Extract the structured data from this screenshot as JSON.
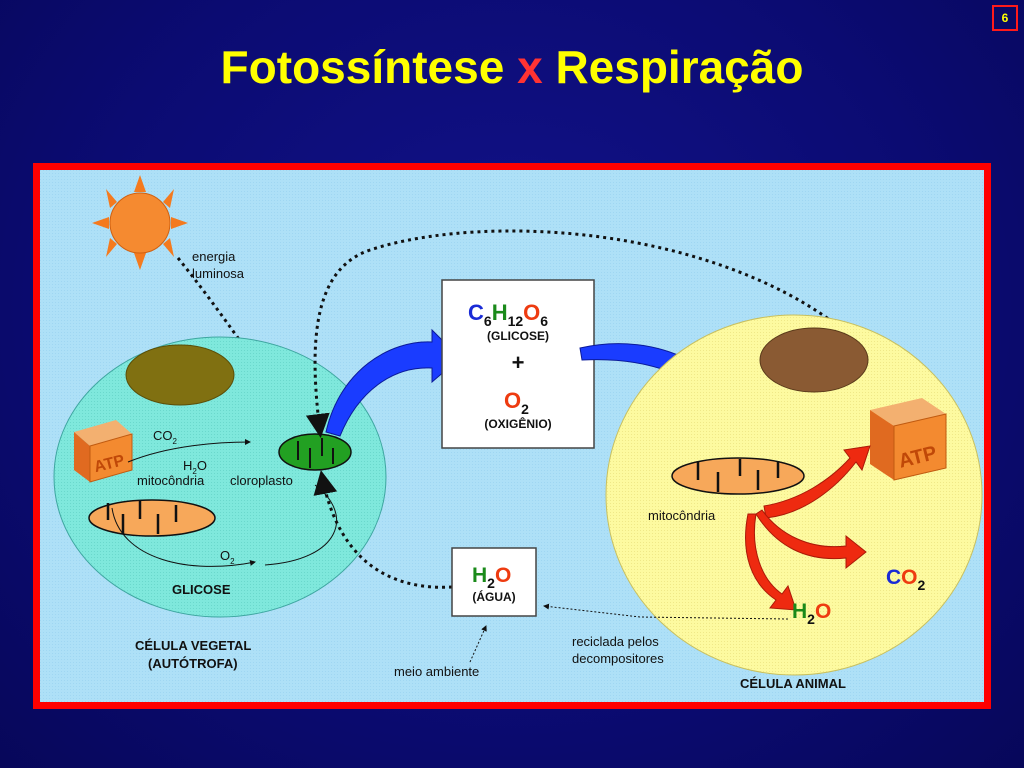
{
  "slide": {
    "page_number": "6",
    "title_part1": "Fotossíntese",
    "title_x": "x",
    "title_part2": "Respiração"
  },
  "diagram": {
    "sun_label_line1": "energia",
    "sun_label_line2": "luminosa",
    "plant_cell": {
      "atp": "ATP",
      "co2": "CO",
      "co2_sub": "2",
      "h2o": "H",
      "h2o_sub": "2",
      "h2o_tail": "O",
      "mitocondria_label": "mitocôndria",
      "cloroplasto_label": "cloroplasto",
      "o2": "O",
      "o2_sub": "2",
      "glicose_label": "GLICOSE",
      "caption_line1": "CÉLULA VEGETAL",
      "caption_line2": "(AUTÓTROFA)"
    },
    "center_box": {
      "c": "C",
      "c_sub": "6",
      "h": "H",
      "h_sub": "12",
      "o": "O",
      "o_sub": "6",
      "glicose": "(GLICOSE)",
      "plus": "+",
      "o2": "O",
      "o2_sub": "2",
      "oxigenio": "(OXIGÊNIO)"
    },
    "water_box": {
      "h": "H",
      "h_sub": "2",
      "o": "O",
      "agua": "(ÁGUA)"
    },
    "meio_ambiente": "meio ambiente",
    "reciclada_line1": "reciclada pelos",
    "reciclada_line2": "decompositores",
    "animal_cell": {
      "atp": "ATP",
      "mitocondria_label": "mitocôndria",
      "co2_c": "C",
      "co2_o": "O",
      "co2_sub": "2",
      "h2o_h": "H",
      "h2o_sub": "2",
      "h2o_o": "O",
      "caption": "CÉLULA ANIMAL"
    },
    "colors": {
      "frame_red": "#ff0000",
      "panel_blue": "#aee0f7",
      "plant_cell": "#7fe8dc",
      "animal_cell": "#fdfaa0",
      "chloroplast": "#22a022",
      "mitochondria": "#f7a85a",
      "arrow_blue": "#1a3cff",
      "arrow_red": "#ee2a10"
    }
  }
}
